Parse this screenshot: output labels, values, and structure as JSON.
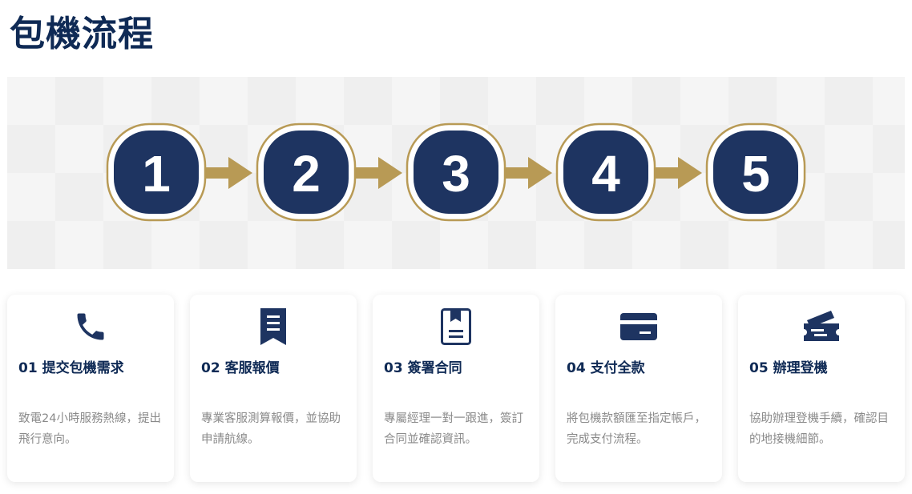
{
  "page": {
    "title": "包機流程"
  },
  "steps": [
    {
      "number": "1"
    },
    {
      "number": "2"
    },
    {
      "number": "3"
    },
    {
      "number": "4"
    },
    {
      "number": "5"
    }
  ],
  "colors": {
    "navy": "#1e3461",
    "gold": "#b89a55",
    "title": "#0f2a55",
    "desc": "#8a8a8a"
  },
  "cards": [
    {
      "icon": "phone-icon",
      "title": "01 提交包機需求",
      "description": "致電24小時服務熱線，提出飛行意向。"
    },
    {
      "icon": "receipt-icon",
      "title": "02 客服報價",
      "description": "專業客服測算報價，並協助申請航線。"
    },
    {
      "icon": "contract-icon",
      "title": "03 簽署合同",
      "description": "專屬經理一對一跟進，簽訂合同並確認資訊。"
    },
    {
      "icon": "credit-card-icon",
      "title": "04 支付全款",
      "description": "將包機款額匯至指定帳戶，完成支付流程。"
    },
    {
      "icon": "ticket-icon",
      "title": "05 辦理登機",
      "description": "協助辦理登機手續，確認目的地接機細節。"
    }
  ]
}
